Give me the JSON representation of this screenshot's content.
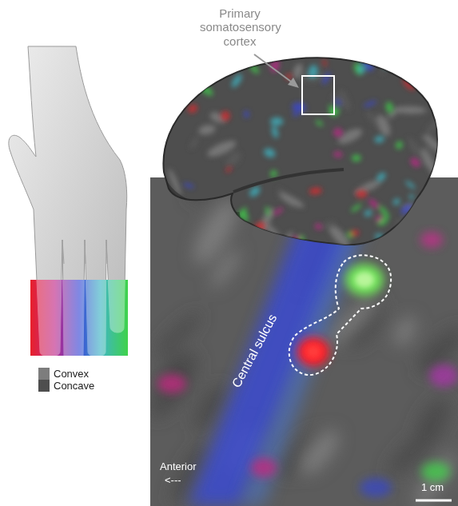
{
  "diagram": {
    "labels": [
      "Primary somatosensory cortex",
      "Central sulcus",
      "Anterior",
      "<---",
      "1 cm"
    ],
    "legend": [
      {
        "text": "Convex",
        "color": "#7d7d7d"
      },
      {
        "text": "Concave",
        "color": "#4e4e4e"
      }
    ]
  }
}
